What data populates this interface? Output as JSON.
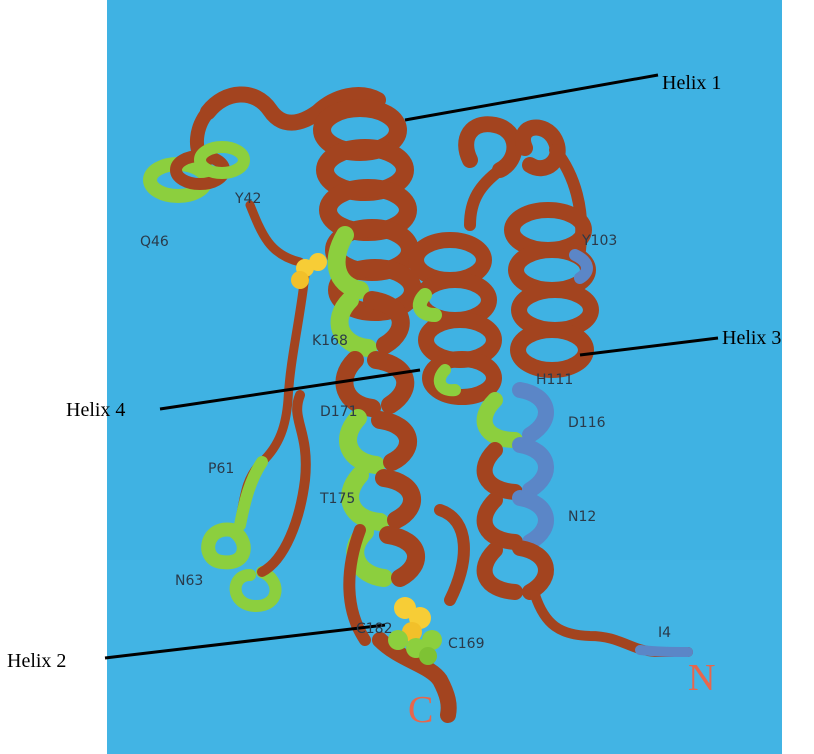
{
  "figure": {
    "colors": {
      "background": "#3fb2e3",
      "helix": "#a3441f",
      "highlight_green": "#8ccf3e",
      "highlight_blue": "#5b86c7",
      "sphere_yellow": "#f7cd36",
      "sphere_green": "#8ccf3e",
      "terminus_label": "#e8664c"
    },
    "callouts": {
      "helix1": "Helix 1",
      "helix2": "Helix 2",
      "helix3": "Helix 3",
      "helix4": "Helix 4"
    },
    "residues": {
      "q46": "Q46",
      "y42": "Y42",
      "y103": "Y103",
      "k168": "K168",
      "d171": "D171",
      "p61": "P61",
      "t175": "T175",
      "n63": "N63",
      "d116": "D116",
      "n12": "N12",
      "c182": "C182",
      "c169": "C169",
      "i4": "I4",
      "h111": "H111"
    },
    "termini": {
      "n_terminus": "N",
      "c_terminus": "C"
    }
  }
}
